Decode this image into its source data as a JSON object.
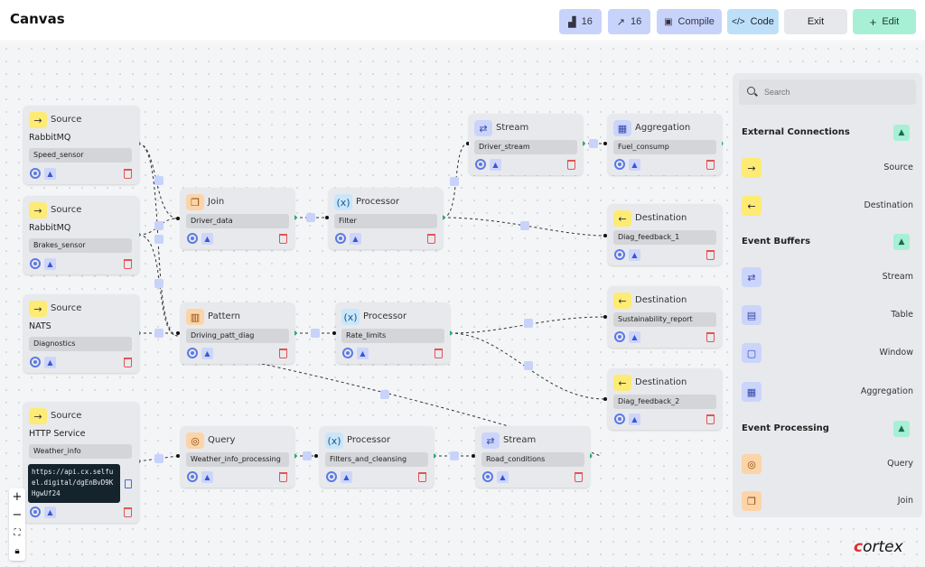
{
  "header": {
    "title": "Canvas",
    "nodes_count": "16",
    "edges_count": "16",
    "compile_label": "Compile",
    "code_label": "Code",
    "exit_label": "Exit",
    "edit_label": "Edit"
  },
  "nodes": {
    "source_rabbit_speed": {
      "type": "Source",
      "sub": "RabbitMQ",
      "field": "Speed_sensor"
    },
    "source_rabbit_brakes": {
      "type": "Source",
      "sub": "RabbitMQ",
      "field": "Brakes_sensor"
    },
    "source_nats": {
      "type": "Source",
      "sub": "NATS",
      "field": "Diagnostics"
    },
    "source_http": {
      "type": "Source",
      "sub": "HTTP Service",
      "field": "Weather_info",
      "url": "https://api.cx.selfuel.digital/dgEnBvD9KHgwUf24"
    },
    "join": {
      "type": "Join",
      "field": "Driver_data"
    },
    "processor_filter": {
      "type": "Processor",
      "field": "Filter"
    },
    "stream_driver": {
      "type": "Stream",
      "field": "Driver_stream"
    },
    "aggregation": {
      "type": "Aggregation",
      "field": "Fuel_consump"
    },
    "dest_diag1": {
      "type": "Destination",
      "field": "Diag_feedback_1"
    },
    "pattern": {
      "type": "Pattern",
      "field": "Driving_patt_diag"
    },
    "processor_rate": {
      "type": "Processor",
      "field": "Rate_limits"
    },
    "dest_sustain": {
      "type": "Destination",
      "field": "Sustainability_report"
    },
    "dest_diag2": {
      "type": "Destination",
      "field": "Diag_feedback_2"
    },
    "query": {
      "type": "Query",
      "field": "Weather_info_processing"
    },
    "processor_clean": {
      "type": "Processor",
      "field": "Filters_and_cleansing"
    },
    "stream_road": {
      "type": "Stream",
      "field": "Road_conditions"
    }
  },
  "panel": {
    "search_placeholder": "Search",
    "external": {
      "title": "External Connections",
      "items": [
        "Source",
        "Destination"
      ]
    },
    "buffers": {
      "title": "Event Buffers",
      "items": [
        "Stream",
        "Table",
        "Window",
        "Aggregation"
      ]
    },
    "processing": {
      "title": "Event Processing",
      "items": [
        "Query",
        "Join"
      ]
    }
  },
  "brand": {
    "prefix": "c",
    "rest": "ortex"
  },
  "colors": {
    "accent": "#5b79e6",
    "source": "#fdeb73",
    "edge": "#333333",
    "port": "#2fb37a",
    "delete": "#e05454"
  }
}
